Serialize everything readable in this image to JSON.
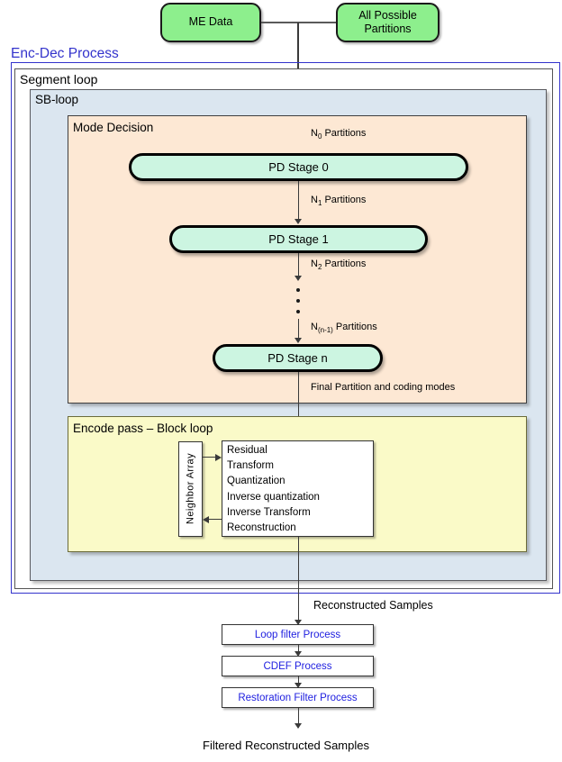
{
  "diagram": {
    "title": "Enc-Dec Process",
    "inputs": [
      {
        "label": "ME Data"
      },
      {
        "label": "All Possible Partitions"
      }
    ],
    "containers": {
      "enc_dec": "Enc-Dec Process",
      "segment_loop": "Segment loop",
      "sb_loop": "SB-loop",
      "mode_decision": "Mode Decision",
      "encode_pass": "Encode pass – Block loop"
    },
    "pd_stages": [
      {
        "label": "PD Stage 0"
      },
      {
        "label": "PD Stage 1"
      },
      {
        "label": "PD Stage n"
      }
    ],
    "partition_labels": [
      {
        "n": "N",
        "sub": "0",
        "text": " Partitions"
      },
      {
        "n": "N",
        "sub": "1",
        "text": " Partitions"
      },
      {
        "n": "N",
        "sub": "2",
        "text": " Partitions"
      },
      {
        "n": "N",
        "sub": "(n-1)",
        "text": " Partitions"
      }
    ],
    "final_partition_label": "Final Partition and coding modes",
    "neighbor_array": "Neighbor Array",
    "block_steps": [
      "Residual",
      "Transform",
      "Quantization",
      "Inverse quantization",
      "Inverse Transform",
      "Reconstruction"
    ],
    "reconstructed_samples_label": "Reconstructed Samples",
    "filter_processes": [
      {
        "label": "Loop filter Process"
      },
      {
        "label": "CDEF Process"
      },
      {
        "label": "Restoration Filter Process"
      }
    ],
    "output_label": "Filtered Reconstructed Samples",
    "colors": {
      "input_fill": "#8DEF8D",
      "stage_fill": "#CCF5E1",
      "mode_decision_fill": "#FDE8D4",
      "encode_pass_fill": "#FAFAC8",
      "sb_loop_fill": "#DBE6F0",
      "accent_blue": "#3333CC",
      "process_text": "#2020E0"
    }
  }
}
